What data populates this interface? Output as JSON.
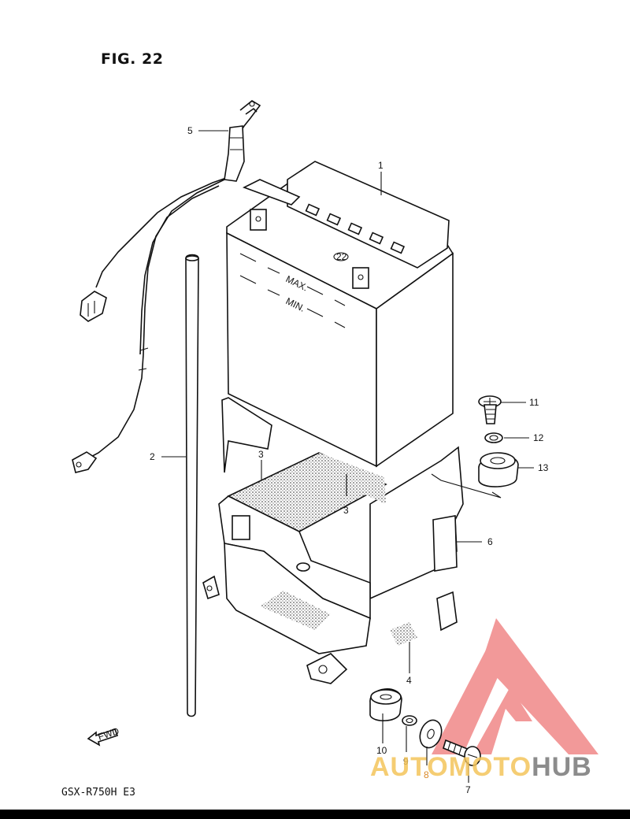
{
  "figure": {
    "title": "FIG. 22",
    "model": "GSX-R750H  E3",
    "fwd_label": "FWD"
  },
  "callouts": [
    {
      "id": "1",
      "label": "1"
    },
    {
      "id": "2",
      "label": "2"
    },
    {
      "id": "3a",
      "label": "3"
    },
    {
      "id": "3b",
      "label": "3"
    },
    {
      "id": "4",
      "label": "4"
    },
    {
      "id": "5",
      "label": "5"
    },
    {
      "id": "6",
      "label": "6"
    },
    {
      "id": "7",
      "label": "7"
    },
    {
      "id": "8",
      "label": "8"
    },
    {
      "id": "9",
      "label": "9"
    },
    {
      "id": "10",
      "label": "10"
    },
    {
      "id": "11",
      "label": "11"
    },
    {
      "id": "12",
      "label": "12"
    },
    {
      "id": "13",
      "label": "13"
    }
  ],
  "battery": {
    "max_label": "MAX.",
    "min_label": "MIN.",
    "cap_mark": "22"
  },
  "watermark": {
    "text_part1": "AUTOMOTO",
    "text_part2": "HUB",
    "color_logo": "#f08080",
    "color_text": "#f3c45a",
    "color_text2": "#7a7a7a"
  }
}
